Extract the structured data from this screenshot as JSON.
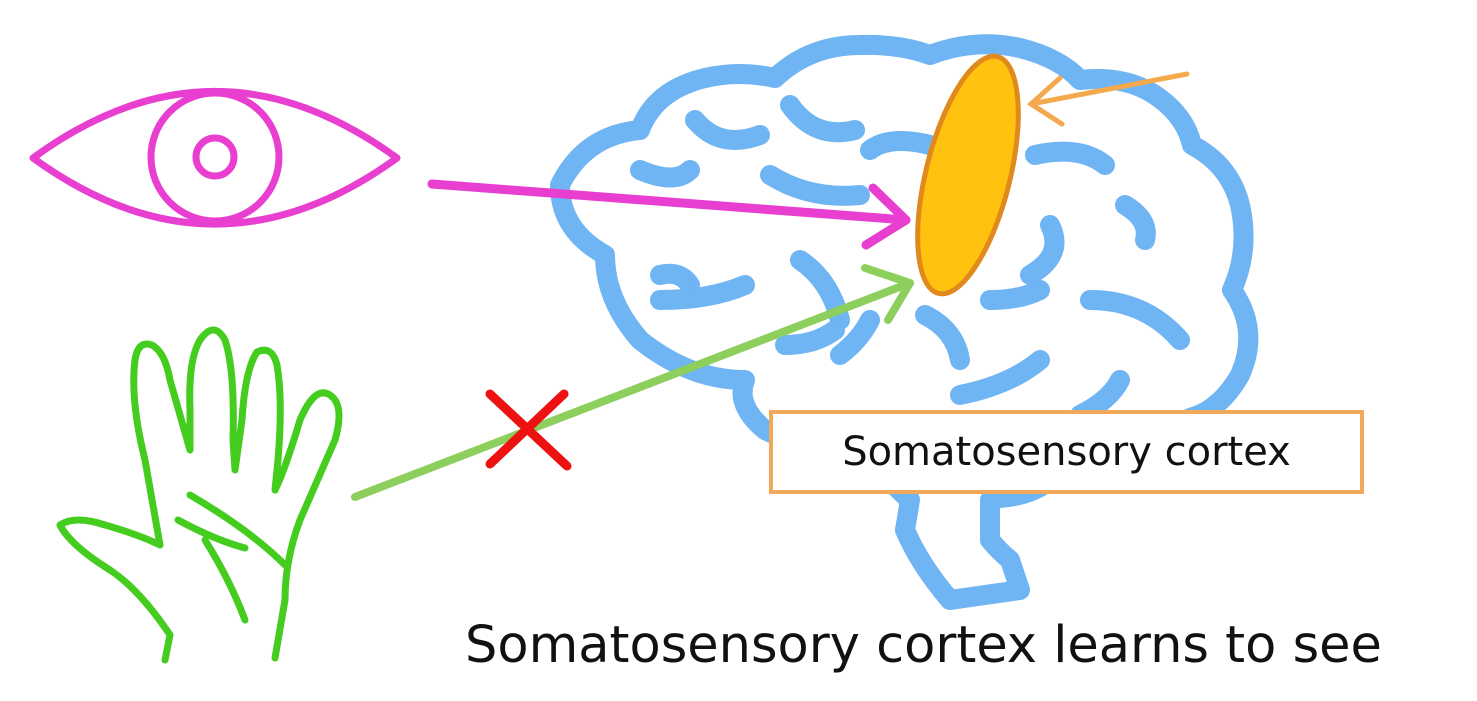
{
  "diagram": {
    "label_box": {
      "text": "Somatosensory cortex",
      "border_color": "#f0a85a"
    },
    "caption": "Somatosensory cortex learns to see",
    "icons": {
      "eye": {
        "name": "eye-icon",
        "color": "#e83fd0"
      },
      "hand": {
        "name": "hand-icon",
        "color": "#44cc1f"
      },
      "brain": {
        "name": "brain-icon",
        "color": "#6fb4f3"
      },
      "cortex_region": {
        "name": "cortex-region",
        "fill": "#ffc20e",
        "stroke": "#e08a1e"
      },
      "blocked_mark": {
        "name": "x-mark-icon",
        "color": "#ee1111"
      }
    },
    "arrows": {
      "eye_to_cortex": "#e83fd0",
      "hand_to_cortex": "#8ccf5c",
      "external_pointer": "#f4a94e"
    }
  }
}
